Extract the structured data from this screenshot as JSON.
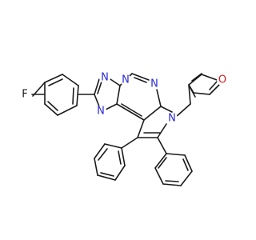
{
  "molecule": {
    "colors": {
      "bond": "#1a1a1a",
      "N": "#2a2ad8",
      "O": "#d42020",
      "F": "#1a1a1a"
    },
    "atoms": [
      {
        "id": "F",
        "label": "F",
        "element": "F"
      },
      {
        "id": "N1",
        "label": "N",
        "element": "N"
      },
      {
        "id": "N2",
        "label": "N",
        "element": "N"
      },
      {
        "id": "N3",
        "label": "N",
        "element": "N"
      },
      {
        "id": "N4",
        "label": "N",
        "element": "N"
      },
      {
        "id": "N5",
        "label": "N",
        "element": "N"
      },
      {
        "id": "O",
        "label": "O",
        "element": "O"
      }
    ]
  }
}
